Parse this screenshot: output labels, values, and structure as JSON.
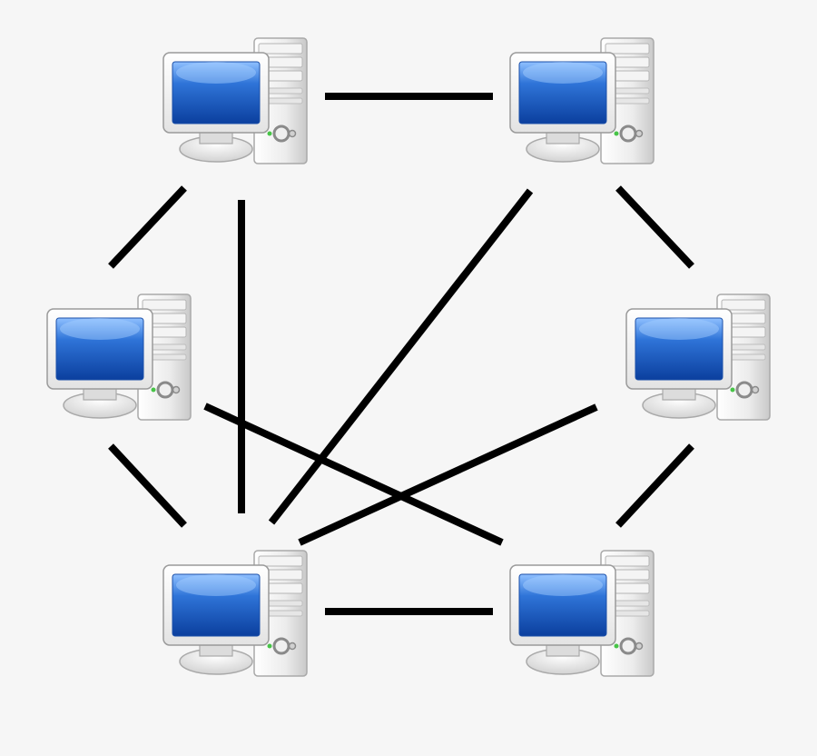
{
  "nodes": [
    {
      "name": "computer-top-left"
    },
    {
      "name": "computer-top-right"
    },
    {
      "name": "computer-middle-left"
    },
    {
      "name": "computer-middle-right"
    },
    {
      "name": "computer-bottom-left"
    },
    {
      "name": "computer-bottom-right"
    }
  ],
  "links": [
    [
      "computer-top-left",
      "computer-top-right"
    ],
    [
      "computer-top-left",
      "computer-middle-left"
    ],
    [
      "computer-top-left",
      "computer-bottom-left"
    ],
    [
      "computer-top-right",
      "computer-middle-right"
    ],
    [
      "computer-top-right",
      "computer-bottom-left"
    ],
    [
      "computer-middle-left",
      "computer-bottom-left"
    ],
    [
      "computer-middle-left",
      "computer-bottom-right"
    ],
    [
      "computer-middle-right",
      "computer-bottom-left"
    ],
    [
      "computer-middle-right",
      "computer-bottom-right"
    ],
    [
      "computer-bottom-left",
      "computer-bottom-right"
    ]
  ],
  "colors": {
    "background": "#f6f6f6",
    "link": "#000000",
    "screen_top": "#8fc0ff",
    "screen_mid": "#2f74d8",
    "screen_bottom": "#0b3f9e",
    "case": "#ececec",
    "case_shadow": "#b9b9b9",
    "power_led": "#47c447"
  },
  "icon": "desktop-computer-icon"
}
